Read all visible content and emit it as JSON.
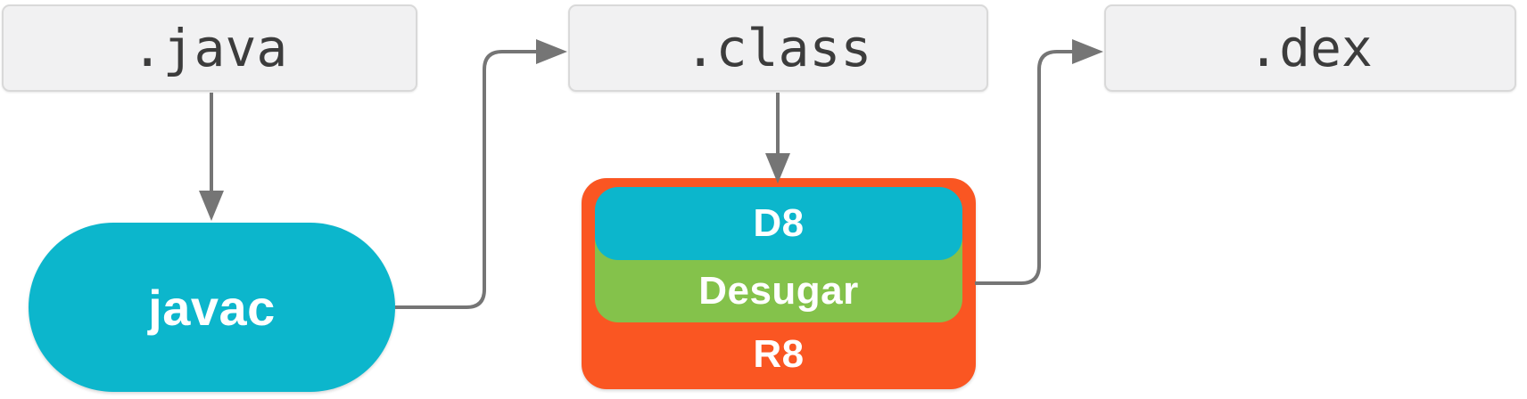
{
  "nodes": {
    "java": {
      "label": ".java",
      "type": "file"
    },
    "class": {
      "label": ".class",
      "type": "file"
    },
    "dex": {
      "label": ".dex",
      "type": "file"
    },
    "javac": {
      "label": "javac",
      "type": "tool",
      "color": "#0cb6cc"
    },
    "d8": {
      "label": "D8",
      "type": "tool",
      "color": "#0cb6cc"
    },
    "desugar": {
      "label": "Desugar",
      "type": "tool",
      "color": "#84c24b"
    },
    "r8": {
      "label": "R8",
      "type": "tool",
      "color": "#fa5622"
    }
  },
  "edges": [
    {
      "from": "java",
      "to": "javac"
    },
    {
      "from": "javac",
      "to": "class"
    },
    {
      "from": "class",
      "to": "d8"
    },
    {
      "from": "r8",
      "to": "dex"
    }
  ],
  "colors": {
    "background": "#ffffff",
    "teal": "#0cb6cc",
    "green": "#84c24b",
    "orange": "#fa5622",
    "file_fill": "#f1f1f2",
    "file_border": "#d9d9d9",
    "file_text": "#3c3c3c",
    "connector": "#757575",
    "label_text": "#ffffff"
  }
}
